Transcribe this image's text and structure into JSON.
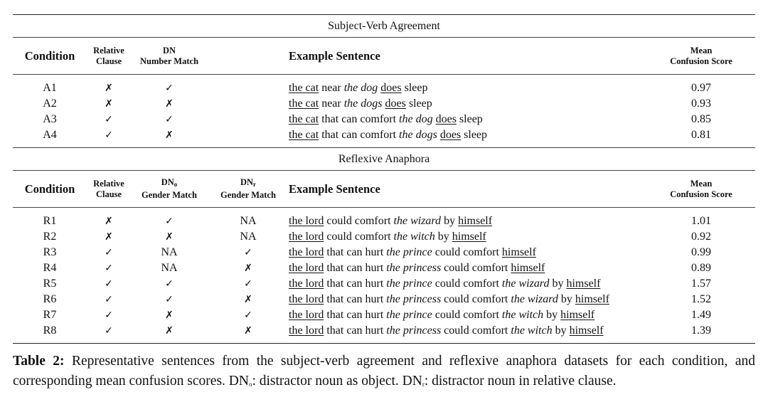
{
  "sva": {
    "title": "Subject-Verb Agreement",
    "headers": {
      "condition": "Condition",
      "relative_clause": [
        "Relative",
        "Clause"
      ],
      "dn_number_match": [
        "DN",
        "Number Match"
      ],
      "example": "Example Sentence",
      "mean_score": [
        "Mean",
        "Confusion Score"
      ]
    },
    "rows": [
      {
        "cond": "A1",
        "rc": "✗",
        "dn": "✓",
        "s": [
          "the cat",
          " near ",
          "the dog",
          " ",
          "does",
          " sleep"
        ],
        "score": "0.97"
      },
      {
        "cond": "A2",
        "rc": "✗",
        "dn": "✗",
        "s": [
          "the cat",
          " near ",
          "the dogs",
          " ",
          "does",
          " sleep"
        ],
        "score": "0.93"
      },
      {
        "cond": "A3",
        "rc": "✓",
        "dn": "✓",
        "s": [
          "the cat",
          " that can comfort ",
          "the dog",
          " ",
          "does",
          " sleep"
        ],
        "score": "0.85"
      },
      {
        "cond": "A4",
        "rc": "✓",
        "dn": "✗",
        "s": [
          "the cat",
          " that can comfort ",
          "the dogs",
          " ",
          "does",
          " sleep"
        ],
        "score": "0.81"
      }
    ]
  },
  "ra": {
    "title": "Reflexive Anaphora",
    "headers": {
      "condition": "Condition",
      "relative_clause": [
        "Relative",
        "Clause"
      ],
      "dno": {
        "base": "DN",
        "sub": "o",
        "line2": "Gender Match"
      },
      "dnr": {
        "base": "DN",
        "sub": "r",
        "line2": "Gender Match"
      },
      "example": "Example Sentence",
      "mean_score": [
        "Mean",
        "Confusion Score"
      ]
    },
    "rows": [
      {
        "cond": "R1",
        "rc": "✗",
        "dno": "✓",
        "dnr": "NA",
        "s": [
          "the lord",
          " could comfort ",
          "the wizard",
          " by ",
          "himself",
          ""
        ],
        "score": "1.01"
      },
      {
        "cond": "R2",
        "rc": "✗",
        "dno": "✗",
        "dnr": "NA",
        "s": [
          "the lord",
          " could comfort ",
          "the witch",
          " by ",
          "himself",
          ""
        ],
        "score": "0.92"
      },
      {
        "cond": "R3",
        "rc": "✓",
        "dno": "NA",
        "dnr": "✓",
        "s": [
          "the lord",
          " that can hurt ",
          "the prince",
          " could comfort ",
          "himself",
          ""
        ],
        "score": "0.99"
      },
      {
        "cond": "R4",
        "rc": "✓",
        "dno": "NA",
        "dnr": "✗",
        "s": [
          "the lord",
          " that can hurt ",
          "the princess",
          " could comfort ",
          "himself",
          ""
        ],
        "score": "0.89"
      },
      {
        "cond": "R5",
        "rc": "✓",
        "dno": "✓",
        "dnr": "✓",
        "s": [
          "the lord",
          " that can hurt ",
          "the prince",
          " could comfort ",
          "the wizard",
          " by ",
          "himself"
        ],
        "score": "1.57"
      },
      {
        "cond": "R6",
        "rc": "✓",
        "dno": "✓",
        "dnr": "✗",
        "s": [
          "the lord",
          " that can hurt ",
          "the princess",
          " could comfort ",
          "the wizard",
          " by ",
          "himself"
        ],
        "score": "1.52"
      },
      {
        "cond": "R7",
        "rc": "✓",
        "dno": "✗",
        "dnr": "✓",
        "s": [
          "the lord",
          " that can hurt ",
          "the prince",
          " could comfort ",
          "the witch",
          " by ",
          "himself"
        ],
        "score": "1.49"
      },
      {
        "cond": "R8",
        "rc": "✓",
        "dno": "✗",
        "dnr": "✗",
        "s": [
          "the lord",
          " that can hurt ",
          "the princess",
          " could comfort ",
          "the witch",
          " by ",
          "himself"
        ],
        "score": "1.39"
      }
    ]
  },
  "caption": {
    "label": "Table 2:",
    "text1": " Representative sentences from the subject-verb agreement and reflexive anaphora datasets for each condition, and corresponding mean confusion scores. DN",
    "sub_o": "o",
    "text2": ": distractor noun as object. DN",
    "sub_r": "r",
    "text3": ": distractor noun in relative clause."
  }
}
